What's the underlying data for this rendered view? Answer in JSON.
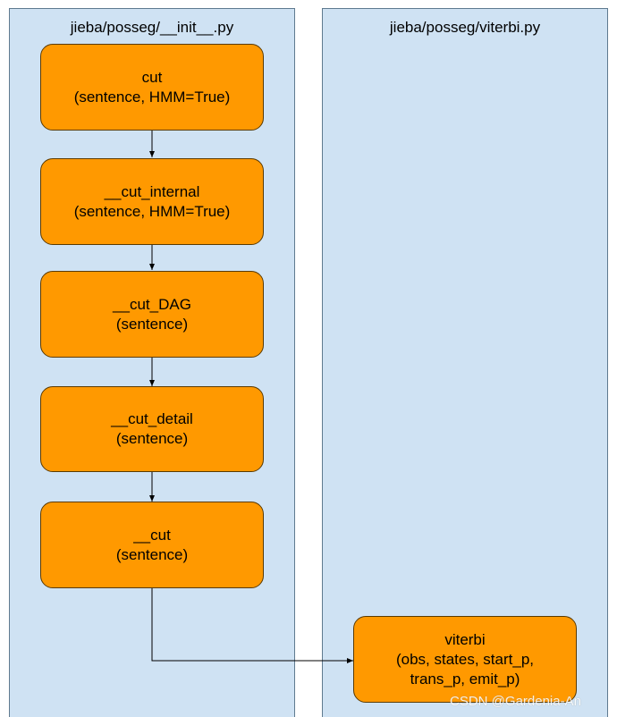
{
  "lanes": [
    {
      "title": "jieba/posseg/__init__.py"
    },
    {
      "title": "jieba/posseg/viterbi.py"
    }
  ],
  "nodes": [
    {
      "name": "cut",
      "line1": "cut",
      "line2": "(sentence, HMM=True)"
    },
    {
      "name": "cut-internal",
      "line1": "__cut_internal",
      "line2": "(sentence, HMM=True)"
    },
    {
      "name": "cut-dag",
      "line1": "__cut_DAG",
      "line2": "(sentence)"
    },
    {
      "name": "cut-detail",
      "line1": "__cut_detail",
      "line2": "(sentence)"
    },
    {
      "name": "cut-private",
      "line1": "__cut",
      "line2": "(sentence)"
    },
    {
      "name": "viterbi",
      "line1": "viterbi",
      "line2": "(obs, states, start_p,",
      "line3": "trans_p, emit_p)"
    }
  ],
  "watermark": "CSDN @Gardenia-An"
}
